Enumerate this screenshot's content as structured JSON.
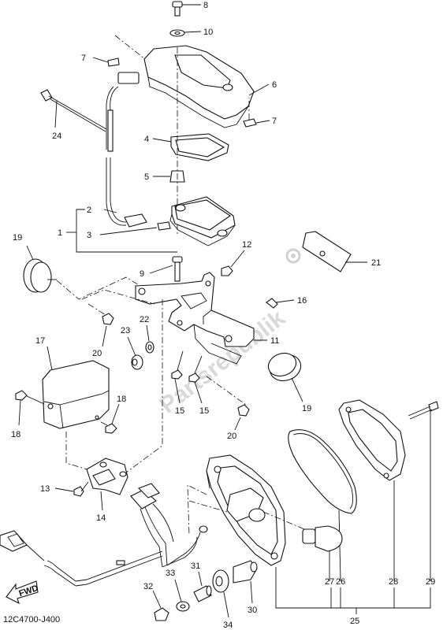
{
  "diagram_code": "12C4700-J400",
  "watermark": "Partsrepublik",
  "fwd_label": "FWD",
  "labels": {
    "p1": "1",
    "p2": "2",
    "p3": "3",
    "p4": "4",
    "p5": "5",
    "p6": "6",
    "p7a": "7",
    "p7b": "7",
    "p8": "8",
    "p9": "9",
    "p10": "10",
    "p11": "11",
    "p12": "12",
    "p13": "13",
    "p14": "14",
    "p15a": "15",
    "p15b": "15",
    "p16": "16",
    "p17": "17",
    "p18a": "18",
    "p18b": "18",
    "p19a": "19",
    "p19b": "19",
    "p20a": "20",
    "p20b": "20",
    "p21": "21",
    "p22": "22",
    "p23": "23",
    "p24": "24",
    "p25": "25",
    "p26": "26",
    "p27": "27",
    "p28": "28",
    "p29": "29",
    "p30": "30",
    "p31": "31",
    "p32": "32",
    "p33": "33",
    "p34": "34"
  },
  "colors": {
    "line": "#111111",
    "watermark": "#d9d9d9",
    "background": "#ffffff"
  }
}
